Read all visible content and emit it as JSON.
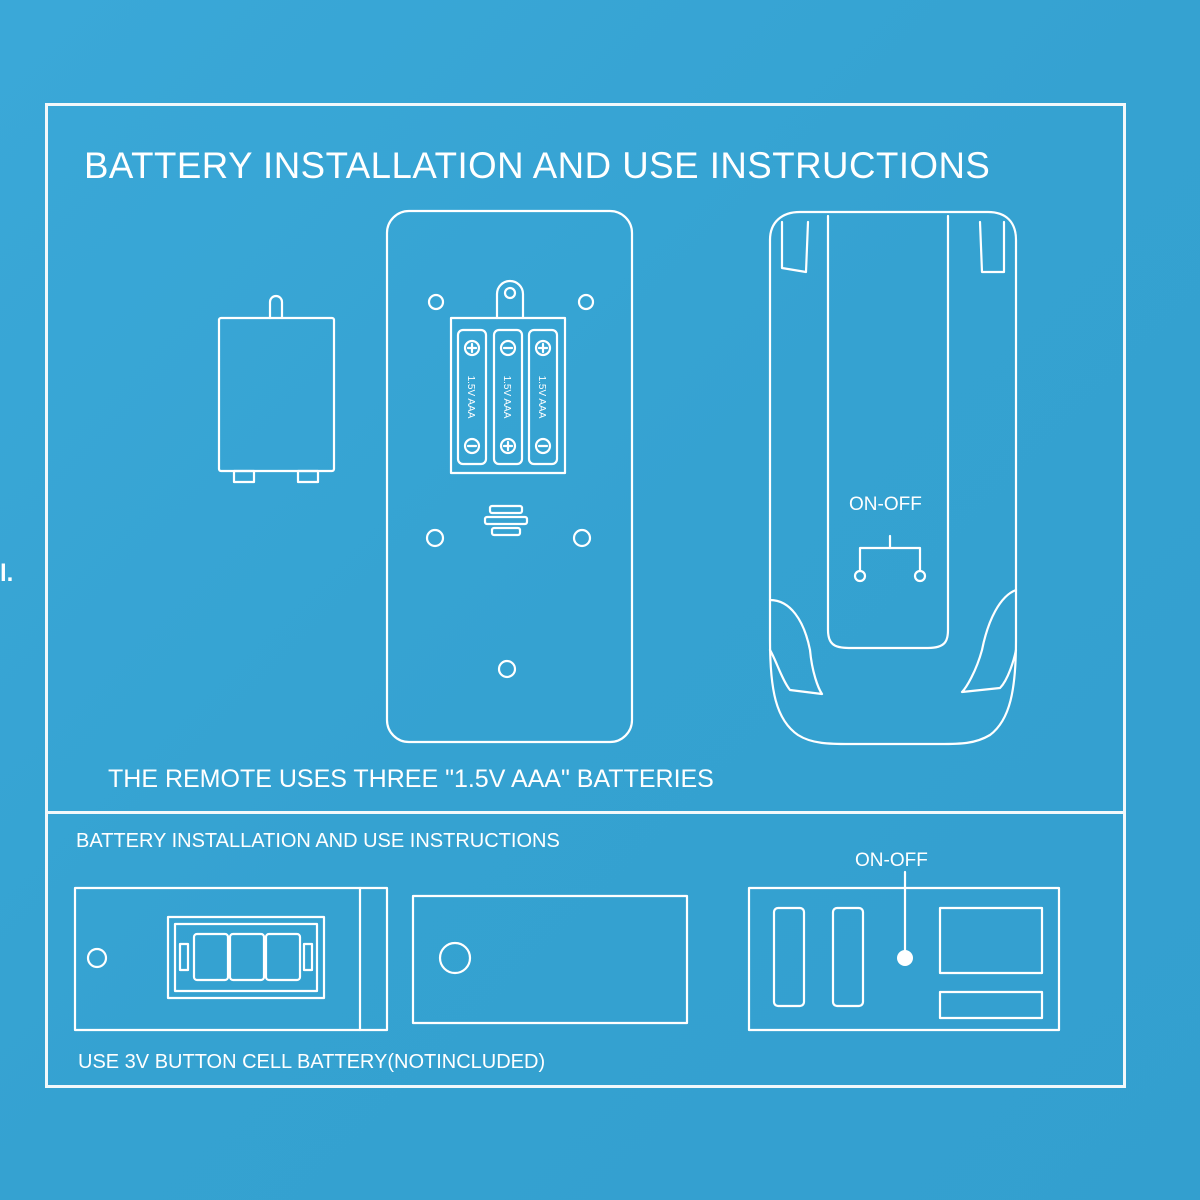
{
  "page": {
    "title": "BATTERY INSTALLATION AND USE INSTRUCTIONS",
    "caption": "THE REMOTE USES THREE \"1.5V AAA\" BATTERIES",
    "edge_text": "l."
  },
  "remote_back": {
    "switch_label": "ON-OFF",
    "batteries": [
      {
        "label": "1.5V AAA"
      },
      {
        "label": "1.5V AAA"
      },
      {
        "label": "1.5V AAA"
      }
    ]
  },
  "bottom_section": {
    "subtitle": "BATTERY INSTALLATION AND USE INSTRUCTIONS",
    "switch_label": "ON-OFF",
    "footnote": "USE 3V BUTTON CELL BATTERY(NOTINCLUDED)"
  },
  "colors": {
    "background": "#35a3d3",
    "line": "#ffffff"
  }
}
